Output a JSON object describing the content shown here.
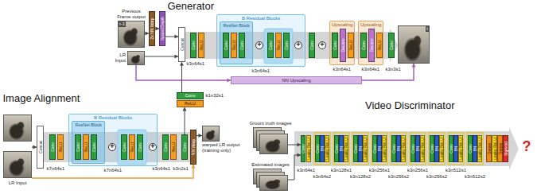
{
  "diagram": {
    "nodes": [
      {
        "text": [
          "Previous Frame output",
          "t-1"
        ]
      },
      {
        "text": [
          "LR Input"
        ]
      },
      {
        "text": [
          "2x NN Warp"
        ]
      },
      {
        "text": [
          "Space2Depth"
        ]
      },
      {
        "text": [
          "Concat"
        ]
      },
      {
        "text": [
          "Conv"
        ]
      },
      {
        "text": [
          "ReLU"
        ]
      },
      {
        "text": [
          "B Residual Blocks"
        ]
      },
      {
        "text": [
          "ResNet Block"
        ],
        "in": 7
      },
      {
        "text": [
          "Conv"
        ],
        "in": 8
      },
      {
        "text": [
          "ReLU"
        ],
        "in": 8
      },
      {
        "text": [
          "Conv"
        ],
        "in": 8
      },
      {
        "text": [
          "+"
        ],
        "in": 7
      },
      {
        "text": [
          "Conv"
        ],
        "in": 7
      },
      {
        "text": [
          "ReLU"
        ],
        "in": 7
      },
      {
        "text": [
          "Conv"
        ],
        "in": 7
      },
      {
        "text": [
          "+"
        ],
        "in": 7
      },
      {
        "text": [
          "Conv"
        ]
      },
      {
        "text": [
          "+"
        ]
      },
      {
        "text": [
          "Upscaling"
        ]
      },
      {
        "text": [
          "Conv"
        ],
        "in": 19
      },
      {
        "text": [
          "Deconv"
        ],
        "in": 19
      },
      {
        "text": [
          "ReLU"
        ],
        "in": 19
      },
      {
        "text": [
          "Upscaling"
        ]
      },
      {
        "text": [
          "Conv"
        ],
        "in": 23
      },
      {
        "text": [
          "Deconv"
        ],
        "in": 23
      },
      {
        "text": [
          "ReLU"
        ],
        "in": 23
      },
      {
        "text": [
          "Conv"
        ]
      },
      {
        "text": [
          "t"
        ]
      },
      {
        "text": [
          "NN Upscaling"
        ]
      },
      {
        "text": [
          "Conv"
        ]
      },
      {
        "text": [
          "ReLU"
        ]
      },
      {
        "text": [
          "LR Input"
        ]
      },
      {
        "text": [
          "Concat"
        ]
      },
      {
        "text": [
          "Conv"
        ]
      },
      {
        "text": [
          "ReLU"
        ]
      },
      {
        "text": [
          "B Residual Blocks"
        ]
      },
      {
        "text": [
          "ResNet Block"
        ],
        "in": 36
      },
      {
        "text": [
          "Conv"
        ],
        "in": 37
      },
      {
        "text": [
          "ReLU"
        ],
        "in": 37
      },
      {
        "text": [
          "Conv"
        ],
        "in": 37
      },
      {
        "text": [
          "+"
        ],
        "in": 36
      },
      {
        "text": [
          "Conv"
        ],
        "in": 36
      },
      {
        "text": [
          "ReLU"
        ],
        "in": 36
      },
      {
        "text": [
          "Conv"
        ],
        "in": 36
      },
      {
        "text": [
          "+"
        ],
        "in": 36
      },
      {
        "text": [
          "Conv"
        ]
      },
      {
        "text": [
          "ReLU"
        ]
      },
      {
        "text": [
          "Conv"
        ]
      },
      {
        "text": [
          "NN Warp"
        ]
      },
      {
        "text": [
          "warped LR output (training only)"
        ]
      },
      {
        "text": [
          "Grount truth images"
        ]
      },
      {
        "text": [
          "Estimated images"
        ]
      },
      {
        "text": [
          "Conv"
        ]
      },
      {
        "text": [
          "Leaky ReLU"
        ]
      },
      {
        "text": [
          "Conv"
        ]
      },
      {
        "text": [
          "BN"
        ]
      },
      {
        "text": [
          "Leaky ReLU"
        ]
      },
      {
        "text": [
          "Conv"
        ]
      },
      {
        "text": [
          "BN"
        ]
      },
      {
        "text": [
          "Leaky ReLU"
        ]
      },
      {
        "text": [
          "Conv"
        ]
      },
      {
        "text": [
          "BN"
        ]
      },
      {
        "text": [
          "Leaky ReLU"
        ]
      },
      {
        "text": [
          "Conv"
        ]
      },
      {
        "text": [
          "BN"
        ]
      },
      {
        "text": [
          "Leaky ReLU"
        ]
      },
      {
        "text": [
          "Conv"
        ]
      },
      {
        "text": [
          "BN"
        ]
      },
      {
        "text": [
          "Leaky ReLU"
        ]
      },
      {
        "text": [
          "Conv"
        ]
      },
      {
        "text": [
          "BN"
        ]
      },
      {
        "text": [
          "Leaky ReLU"
        ]
      },
      {
        "text": [
          "Conv"
        ]
      },
      {
        "text": [
          "BN"
        ]
      },
      {
        "text": [
          "Leaky ReLU"
        ]
      },
      {
        "text": [
          "Conv"
        ]
      },
      {
        "text": [
          "BN"
        ]
      },
      {
        "text": [
          "Leaky ReLU"
        ]
      },
      {
        "text": [
          "Conv"
        ]
      },
      {
        "text": [
          "BN"
        ]
      },
      {
        "text": [
          "Leaky ReLU"
        ]
      },
      {
        "text": [
          "Dense"
        ]
      },
      {
        "text": [
          "Leaky ReLU"
        ]
      },
      {
        "text": [
          "Dense"
        ]
      },
      {
        "text": [
          "Sigmoid"
        ]
      }
    ],
    "edges": [
      {
        "from": 0,
        "to": 2,
        "arrow": "to"
      },
      {
        "from": 2,
        "to": 3,
        "arrow": "to"
      },
      {
        "from": 3,
        "to": 4,
        "arrow": "to"
      },
      {
        "from": 1,
        "to": 4,
        "arrow": "to"
      },
      {
        "from": 1,
        "to": 29,
        "arrow": "to"
      },
      {
        "from": 29,
        "to": 28,
        "arrow": "to"
      },
      {
        "from": 48,
        "to": 31,
        "arrow": "to"
      },
      {
        "from": 30,
        "to": 4,
        "arrow": "to"
      },
      {
        "from": 32,
        "to": 33,
        "arrow": "to"
      },
      {
        "from": 32,
        "to": 49,
        "arrow": "to"
      },
      {
        "from": 49,
        "to": 50,
        "arrow": "to"
      },
      {
        "from": 51,
        "to": 53,
        "arrow": "to"
      },
      {
        "from": 52,
        "to": 53,
        "arrow": "to"
      }
    ],
    "labels": [
      "Generator",
      "k3n64s1",
      "k3n64s1",
      "k3n64s1",
      "k3n64s1",
      "k3n3s1",
      "k1n32s1",
      "Image Alignment",
      "k7n64s1",
      "k7n64s1",
      "k3n64s1",
      "k3n2s1",
      "Video Discriminator",
      "k3n64s1",
      "k3n64s2",
      "k3n128s1",
      "k3n128s2",
      "k3n256s1",
      "k3n256s2",
      "k3n256s1",
      "k3n256s2",
      "k3n512s1",
      "k3n512s2",
      "?"
    ]
  }
}
